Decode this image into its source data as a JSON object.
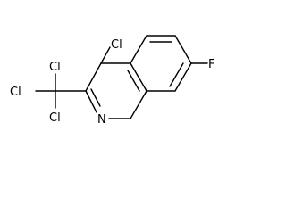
{
  "atoms": {
    "cl_4": "Cl",
    "f_6": "F",
    "n_1": "N",
    "cl_a": "Cl",
    "cl_b": "Cl",
    "cl_c": "Cl"
  }
}
